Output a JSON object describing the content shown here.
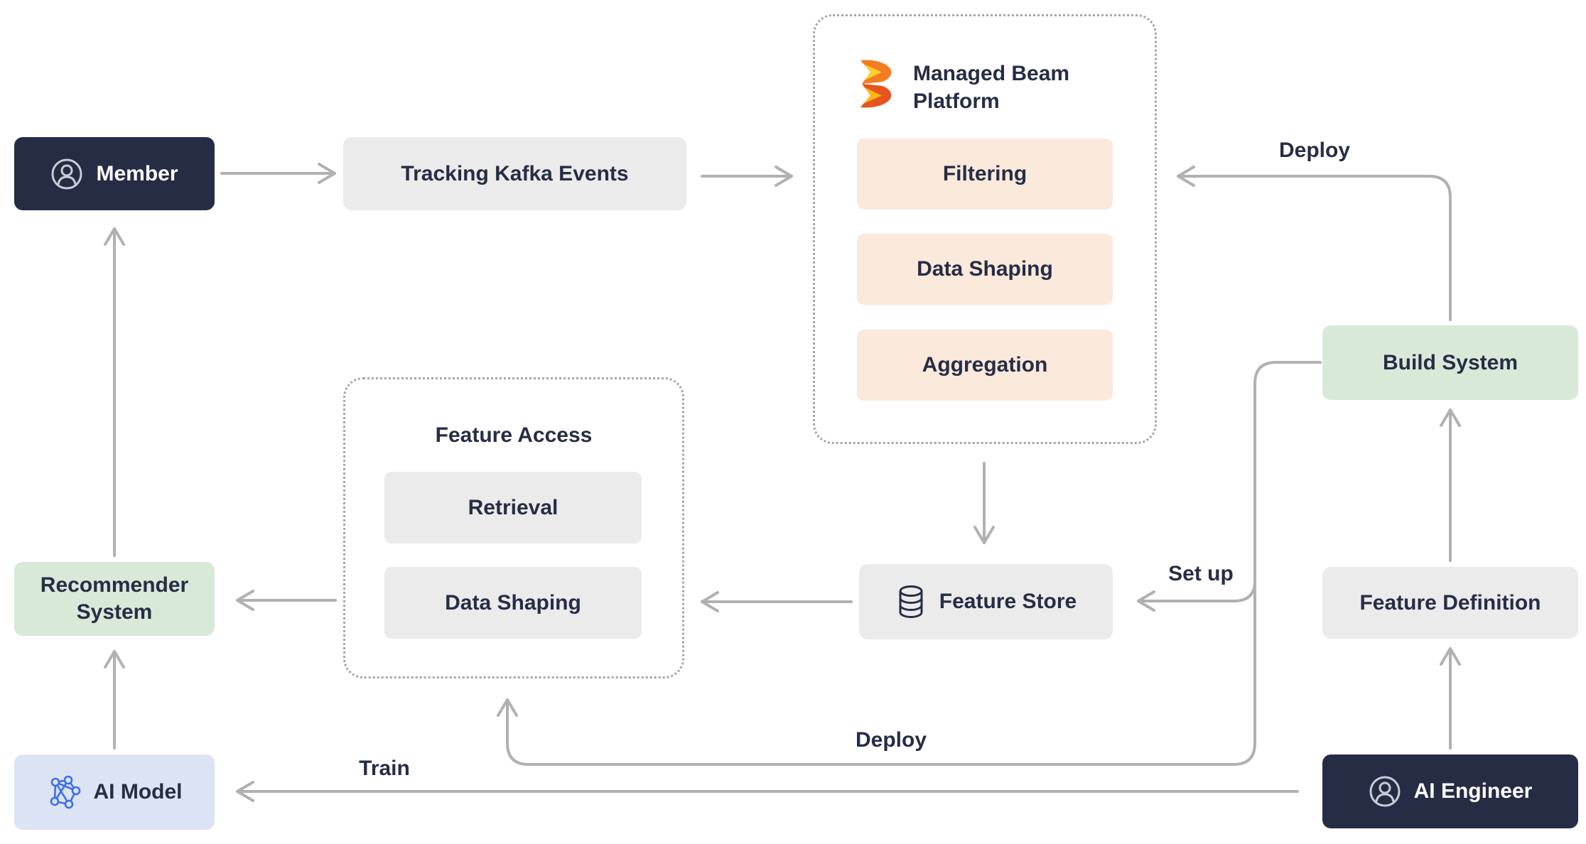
{
  "diagram": {
    "nodes": {
      "member": {
        "label": "Member",
        "icon": "person-icon"
      },
      "tracking_kafka_events": {
        "label": "Tracking Kafka Events"
      },
      "managed_beam_platform": {
        "title": "Managed Beam Platform",
        "icon": "beam-logo-icon",
        "items": [
          {
            "label": "Filtering"
          },
          {
            "label": "Data Shaping"
          },
          {
            "label": "Aggregation"
          }
        ]
      },
      "feature_access": {
        "title": "Feature Access",
        "items": [
          {
            "label": "Retrieval"
          },
          {
            "label": "Data Shaping"
          }
        ]
      },
      "feature_store": {
        "label": "Feature Store",
        "icon": "database-icon"
      },
      "build_system": {
        "label": "Build System"
      },
      "feature_definition": {
        "label": "Feature Definition"
      },
      "recommender_system": {
        "label": "Recommender System"
      },
      "ai_model": {
        "label": "AI Model",
        "icon": "network-model-icon"
      },
      "ai_engineer": {
        "label": "AI Engineer",
        "icon": "person-icon"
      }
    },
    "edge_labels": {
      "deploy_top": "Deploy",
      "set_up": "Set up",
      "deploy_bottom": "Deploy",
      "train": "Train"
    },
    "colors": {
      "navy": "#262C44",
      "gray_box": "#EBEBEB",
      "orange_box": "#FBE9DC",
      "green_box": "#D8E9D8",
      "lavender_box": "#DCE3F4",
      "text": "#272D45",
      "arrow": "#B1B1B1",
      "dotted_border": "#A6A6A6",
      "beam_orange_top": "#F47B20",
      "beam_orange_bottom": "#E8541F",
      "beam_yellow": "#FFD02B",
      "model_blue": "#3F6FE8"
    }
  }
}
